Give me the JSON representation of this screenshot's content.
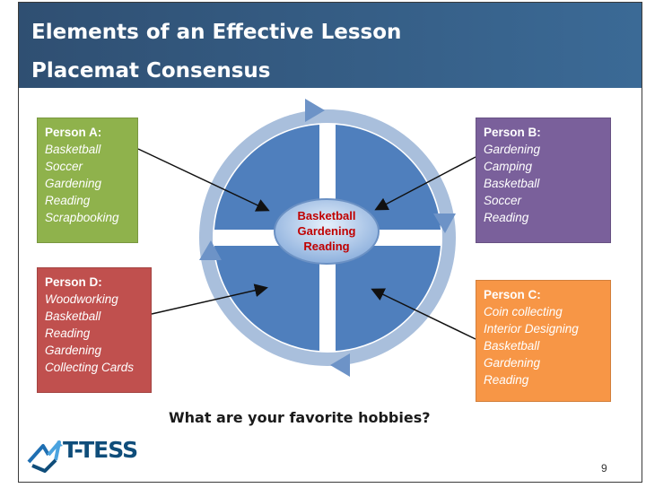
{
  "header": {
    "title_line1": "Elements of an Effective Lesson",
    "title_line2": "Placemat Consensus"
  },
  "persons": {
    "a": {
      "head": "Person A:",
      "items": [
        "Basketball",
        "Soccer",
        "Gardening",
        "Reading",
        "Scrapbooking"
      ],
      "color": "#8fb24c"
    },
    "b": {
      "head": "Person B:",
      "items": [
        "Gardening",
        "Camping",
        "Basketball",
        "Soccer",
        "Reading"
      ],
      "color": "#7a609b"
    },
    "c": {
      "head": "Person C:",
      "items": [
        "Coin collecting",
        "Interior Designing",
        "Basketball",
        "Gardening",
        "Reading"
      ],
      "color": "#f79646"
    },
    "d": {
      "head": "Person D:",
      "items": [
        "Woodworking",
        "Basketball",
        "Reading",
        "Gardening",
        "Collecting Cards"
      ],
      "color": "#c0504e"
    }
  },
  "consensus": [
    "Basketball",
    "Gardening",
    "Reading"
  ],
  "question": "What are your favorite hobbies?",
  "logo": {
    "text": "T-TESS",
    "icon": "star-arrows-icon"
  },
  "page_number": "9"
}
